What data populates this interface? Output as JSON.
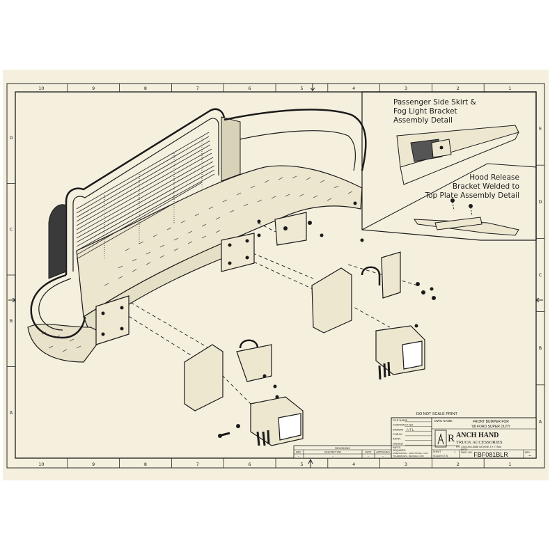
{
  "colors": {
    "paper": "#f5f0de",
    "ink": "#1a1a1a",
    "frame": "#2a2a2a"
  },
  "border": {
    "top_numbers": [
      "10",
      "9",
      "8",
      "7",
      "6",
      "5",
      "4",
      "3",
      "2",
      "1"
    ],
    "bottom_numbers": [
      "10",
      "9",
      "8",
      "7",
      "6",
      "5",
      "4",
      "3",
      "2",
      "1"
    ],
    "left_letters": [
      "D",
      "C",
      "B",
      "A"
    ],
    "right_letters": [
      "E",
      "D",
      "C",
      "B",
      "A"
    ]
  },
  "details": {
    "passenger": {
      "lines": [
        "Passenger Side Skirt &",
        "Fog Light Bracket",
        "Assembly Detail"
      ]
    },
    "hood": {
      "lines": [
        "Hood Release",
        "Bracket Welded to",
        "Top Plate Assembly Detail"
      ]
    }
  },
  "notes": {
    "do_not_scale": "DO NOT SCALE PRINT"
  },
  "title_block": {
    "fields": [
      {
        "label": "FILE NAME",
        "value": ""
      },
      {
        "label": "CONTRACT NO.",
        "value": ""
      },
      {
        "label": "DRAWN",
        "value": "A.T.L."
      },
      {
        "label": "CHECK",
        "value": ""
      },
      {
        "label": "APPR.",
        "value": ""
      },
      {
        "label": "ISSUED",
        "value": ""
      }
    ],
    "dwg_name_label": "DWG NAME:",
    "dwg_name_line1": "FRONT BUMPER FOR",
    "dwg_name_line2": "'08 FORD SUPER DUTY",
    "company_initial": "R",
    "company_name": "ANCH HAND",
    "company_sub": "TRUCK ACCESSORIES",
    "company_contact": "PH. (361)394-4656 DEVINE,TX 77984",
    "revisions_title": "REVISIONS",
    "rev_headers": [
      "REV.",
      "DESCRIPTION",
      "DATE",
      "APPROVED"
    ],
    "rev_row": [
      "~",
      "~",
      "~",
      "~"
    ],
    "parts_label": "PARTS",
    "parts_required": "REQUIRED",
    "tol_frac": "DIMENSIONAL - FRACTIONAL ±.010",
    "tol_dec": "TOLERANCES - DECIMAL ±.005",
    "sheet_label": "SHEET",
    "sheet_value": "1",
    "scale_label": "SCALE",
    "scale_value": "N.T.S.",
    "matl_label": "MAT'L",
    "dwg_no_label": "DWG. NO.",
    "dwg_no": "FBF081BLR",
    "rev_label": "REV.",
    "rev_value": "~"
  }
}
